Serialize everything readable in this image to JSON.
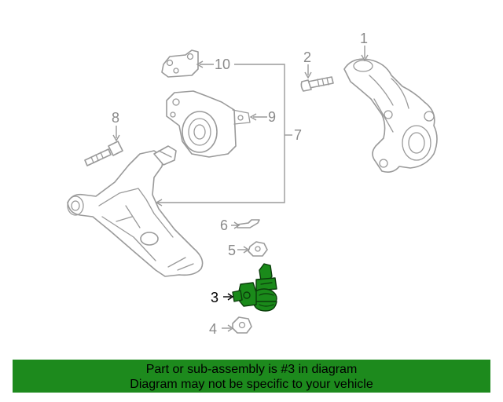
{
  "colors": {
    "highlight": "#1a8a1a",
    "banner": "#1d8a1d",
    "line_art": "#9a9a9a",
    "active_callout": "#000000"
  },
  "callouts": {
    "c1": "1",
    "c2": "2",
    "c3": "3",
    "c4": "4",
    "c5": "5",
    "c6": "6",
    "c7": "7",
    "c8": "8",
    "c9": "9",
    "c10": "10"
  },
  "highlighted_callout": "3",
  "banner": {
    "line1": "Part or sub-assembly is #3 in diagram",
    "line2": "Diagram may not be specific to your vehicle"
  }
}
